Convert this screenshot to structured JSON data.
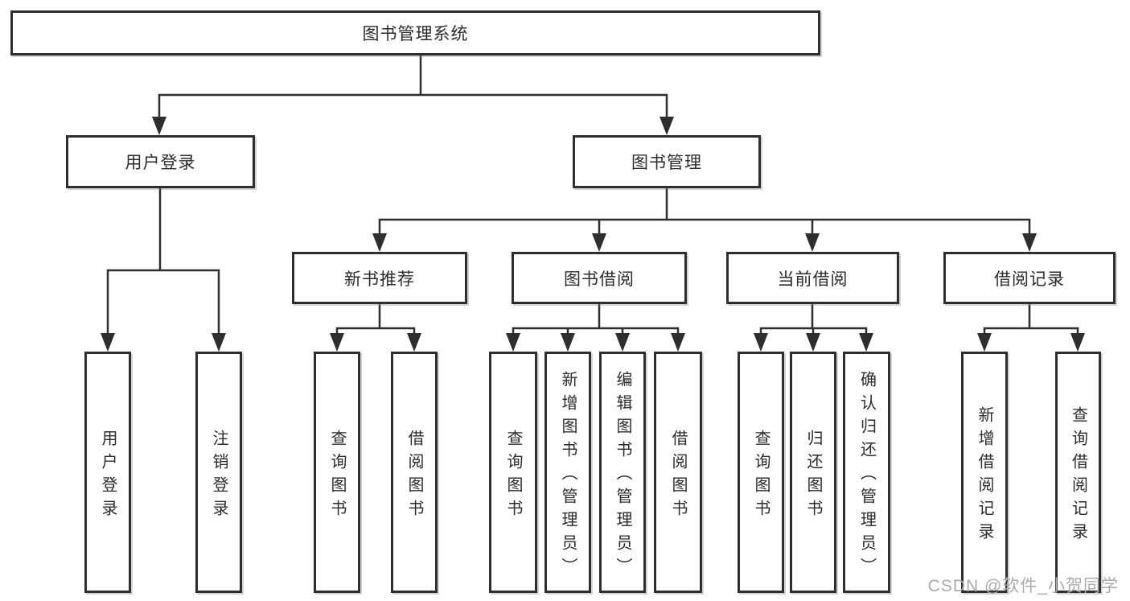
{
  "diagram": {
    "type": "hierarchy-tree",
    "tree": {
      "label": "图书管理系统",
      "children": [
        {
          "label": "用户登录",
          "children": [
            {
              "label": "用户登录"
            },
            {
              "label": "注销登录"
            }
          ]
        },
        {
          "label": "图书管理",
          "children": [
            {
              "label": "新书推荐",
              "children": [
                {
                  "label": "查询图书"
                },
                {
                  "label": "借阅图书"
                }
              ]
            },
            {
              "label": "图书借阅",
              "children": [
                {
                  "label": "查询图书"
                },
                {
                  "label": "新增图书（管理员）"
                },
                {
                  "label": "编辑图书（管理员）"
                },
                {
                  "label": "借阅图书"
                }
              ]
            },
            {
              "label": "当前借阅",
              "children": [
                {
                  "label": "查询图书"
                },
                {
                  "label": "归还图书"
                },
                {
                  "label": "确认归还（管理员）"
                }
              ]
            },
            {
              "label": "借阅记录",
              "children": [
                {
                  "label": "新增借阅记录"
                },
                {
                  "label": "查询借阅记录"
                }
              ]
            }
          ]
        }
      ]
    },
    "colors": {
      "line": "#2e2e2e",
      "box_border": "#2e2e2e",
      "background": "#ffffff",
      "watermark": "#ababab"
    }
  },
  "watermark": {
    "text": "CSDN @软件_小贺同学"
  }
}
